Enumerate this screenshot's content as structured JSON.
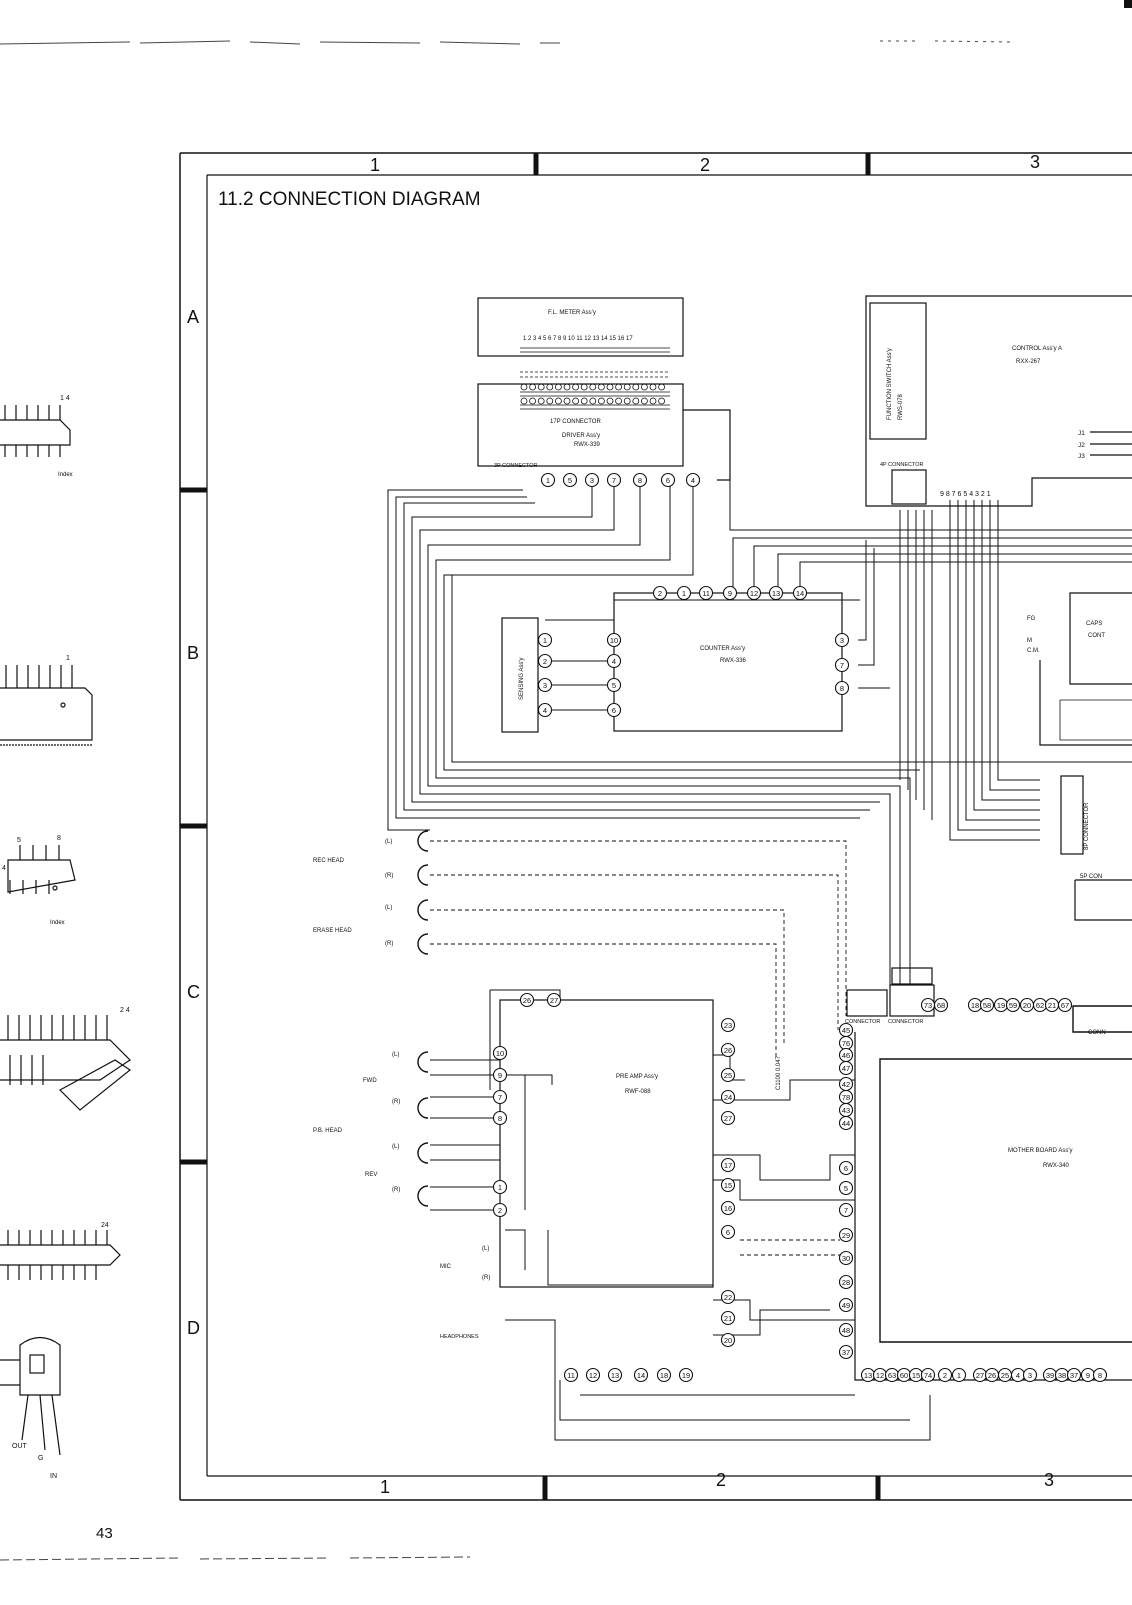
{
  "title": "11.2 CONNECTION DIAGRAM",
  "page_number": "43",
  "grid": {
    "columns_top": [
      "1",
      "2",
      "3"
    ],
    "columns_bottom": [
      "1",
      "2",
      "3"
    ],
    "rows": [
      "A",
      "B",
      "C",
      "D"
    ]
  },
  "assemblies": {
    "fl_meter": "F.L. METER Ass'y",
    "fl_meter_pins": "1 2 3 4 5 6 7 8 9 10 11 12 13 14 15 16 17",
    "connector_17p": "17P CONNECTOR",
    "driver": "DRIVER Ass'y",
    "driver_code": "RWX-339",
    "connector_3p": "3P CONNECTOR",
    "function_switch": "FUNCTION SWITCH Ass'y",
    "function_switch_code": "RWS-078",
    "control": "CONTROL Ass'y A",
    "control_code": "RXX-267",
    "connector_4p": "4P CONNECTOR",
    "connector_4p_pins": "9 8 7 6 5 4 3 2 1",
    "counter": "COUNTER Ass'y",
    "counter_code": "RWX-336",
    "sensing": "SENSING Ass'y",
    "caps": "CAPS",
    "caps_cont": "CONT",
    "connector_8p": "8P CONNECTOR",
    "connector_5p": "5P CON",
    "connector_c": "CONNECTOR",
    "connector_d": "CONNECTOR",
    "conn_right": "CONN",
    "preamp": "PRE AMP Ass'y",
    "preamp_code": "RWF-088",
    "mother_board": "MOTHER BOARD Ass'y",
    "mother_board_code": "RWX-340",
    "capacitor": "C1100 0.047",
    "fg": "FG",
    "cm": "C.M.",
    "m": "M",
    "jacks": [
      "J1",
      "J2",
      "J3"
    ]
  },
  "labels": {
    "rec_head": "REC HEAD",
    "erase_head": "ERASE HEAD",
    "pb_head": "P.B. HEAD",
    "fwd": "FWD",
    "rev": "REV",
    "mic": "MIC",
    "headphones": "HEADPHONES",
    "left": "(L)",
    "right": "(R)"
  },
  "ic_package_labels": {
    "pin14": "1 4",
    "pin1": "1",
    "pin5": "5",
    "pin8": "8",
    "pin4": "4",
    "pin24a": "2 4",
    "pin24b": "24",
    "index": "Index",
    "out": "OUT",
    "g": "G",
    "in": "IN"
  },
  "pin_numbers": {
    "driver_row": [
      "1",
      "5",
      "3",
      "7",
      "8",
      "6",
      "4"
    ],
    "counter_top": [
      "2",
      "1",
      "11",
      "9",
      "12",
      "13",
      "14"
    ],
    "counter_left": [
      "10",
      "4",
      "5",
      "6"
    ],
    "counter_right": [
      "3",
      "7",
      "8"
    ],
    "sensing": [
      "1",
      "2",
      "3",
      "4"
    ],
    "preamp_left": [
      "10",
      "9",
      "7",
      "8",
      "1",
      "2"
    ],
    "preamp_top": [
      "26",
      "27"
    ],
    "preamp_right": [
      "23",
      "26",
      "25",
      "24",
      "27",
      "17",
      "15",
      "16",
      "6",
      "22",
      "21",
      "20"
    ],
    "mother_left": [
      "45",
      "76",
      "46",
      "47",
      "42",
      "78",
      "43",
      "44",
      "6",
      "5",
      "7",
      "29",
      "30",
      "28",
      "49",
      "48",
      "37"
    ],
    "mother_top": [
      "73",
      "68",
      "18",
      "58",
      "19",
      "59",
      "20",
      "62",
      "21",
      "67"
    ],
    "mother_bottom": [
      "13",
      "12",
      "63",
      "60",
      "15",
      "74"
    ],
    "bottom_row": [
      "11",
      "12",
      "13",
      "14",
      "18",
      "19"
    ],
    "bottom_right": [
      "2",
      "1",
      "27",
      "26",
      "25",
      "4",
      "3",
      "39",
      "38",
      "37",
      "9",
      "8"
    ]
  }
}
